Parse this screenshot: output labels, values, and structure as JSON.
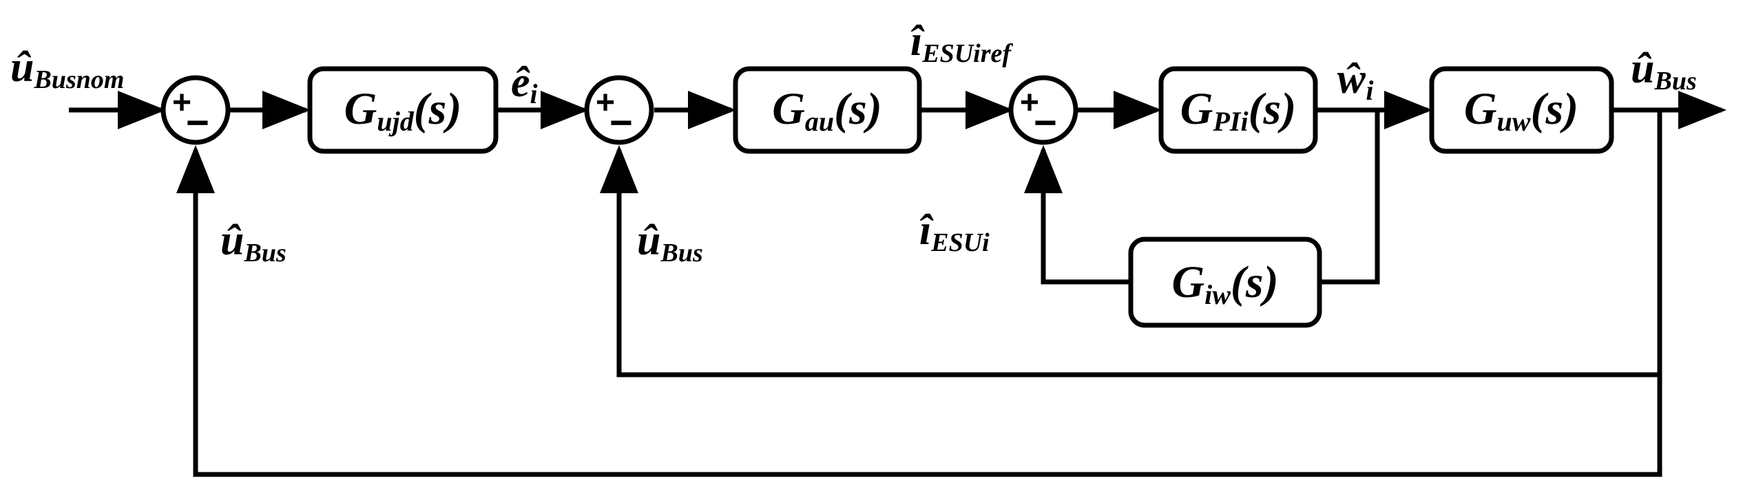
{
  "blocks": {
    "g_ujd": {
      "main": "G",
      "sub": "ujd",
      "arg": "(s)"
    },
    "g_au": {
      "main": "G",
      "sub": "au",
      "arg": "(s)"
    },
    "g_pii": {
      "main": "G",
      "sub": "PIi",
      "arg": "(s)"
    },
    "g_uw": {
      "main": "G",
      "sub": "uw",
      "arg": "(s)"
    },
    "g_iw": {
      "main": "G",
      "sub": "iw",
      "arg": "(s)"
    }
  },
  "signals": {
    "u_bus_nom": {
      "main": "û",
      "sub": "Busnom"
    },
    "e_i": {
      "main": "ê",
      "sub": "i"
    },
    "i_esu_iref": {
      "main": "î",
      "sub": "ESUiref"
    },
    "w_i": {
      "main": "ŵ",
      "sub": "i"
    },
    "u_bus_out": {
      "main": "û",
      "sub": "Bus"
    },
    "u_bus_fb1": {
      "main": "û",
      "sub": "Bus"
    },
    "u_bus_fb2": {
      "main": "û",
      "sub": "Bus"
    },
    "i_esu_i": {
      "main": "î",
      "sub": "ESUi"
    }
  },
  "summing_junctions": {
    "sum1": {
      "plus": "+",
      "minus": "−"
    },
    "sum2": {
      "plus": "+",
      "minus": "−"
    },
    "sum3": {
      "plus": "+",
      "minus": "−"
    }
  }
}
